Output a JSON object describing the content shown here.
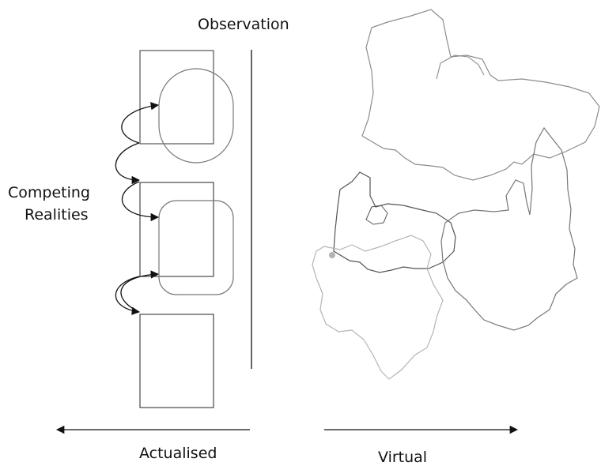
{
  "labels": {
    "observation": "Observation",
    "competing": "Competing",
    "realities": "Realities",
    "actualised": "Actualised",
    "virtual": "Virtual"
  },
  "colors": {
    "stroke": "#111111",
    "shape_dark": "#555555",
    "shape_mid": "#8c8c8c",
    "shape_light": "#b4b4b4"
  }
}
